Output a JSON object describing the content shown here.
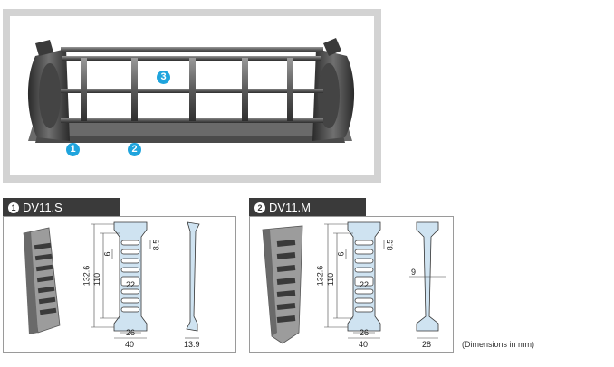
{
  "photo": {
    "markers": [
      "1",
      "2",
      "3"
    ]
  },
  "panel_s": {
    "num": "1",
    "title": "DV11.S",
    "dims": {
      "height_outer": "132.6",
      "height_inner": "110",
      "pitch": "6",
      "slot": "8.5",
      "inner_width": "22",
      "width_inner": "26",
      "width_outer": "40",
      "thickness": "13.9"
    }
  },
  "panel_m": {
    "num": "2",
    "title": "DV11.M",
    "dims": {
      "height_outer": "132.6",
      "height_inner": "110",
      "pitch": "6",
      "slot": "8.5",
      "inner_width": "22",
      "width_inner": "26",
      "width_outer": "40",
      "web": "9",
      "thickness": "28"
    }
  },
  "footnote": "(Dimensions in mm)",
  "colors": {
    "marker": "#1fa4dd",
    "profile_fill": "#cfe3f1",
    "tab": "#3a3a3a"
  }
}
